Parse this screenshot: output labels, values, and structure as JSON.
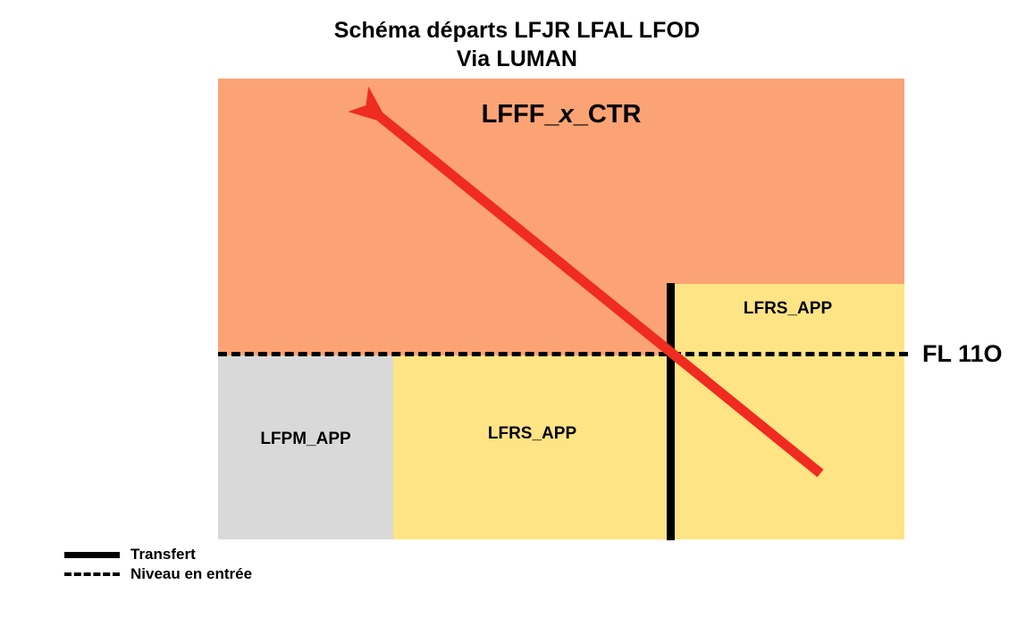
{
  "title": {
    "line1": "Schéma départs LFJR LFAL LFOD",
    "line2": "Via LUMAN"
  },
  "colors": {
    "ctr_fill": "#FCA375",
    "app_yellow_fill": "#FFE485",
    "app_grey_fill": "#D9D9D9",
    "route_arrow": "#F02B20",
    "line_black": "#000000",
    "background": "#FFFFFF"
  },
  "diagram": {
    "zones": [
      {
        "id": "ctr",
        "label_prefix": "LFFF_",
        "label_italic": "x",
        "label_suffix": "_CTR",
        "fill": "#FCA375"
      },
      {
        "id": "lfrs-upper",
        "label": "LFRS_APP",
        "fill": "#FFE485"
      },
      {
        "id": "lfpm",
        "label": "LFPM_APP",
        "fill": "#D9D9D9"
      },
      {
        "id": "lfrs-lower",
        "label": "LFRS_APP",
        "fill": "#FFE485"
      }
    ],
    "level_label": "FL 11O",
    "route": {
      "name": "departure-route-arrow",
      "direction": "up-left",
      "color": "#F02B20"
    }
  },
  "legend": {
    "items": [
      {
        "style": "solid",
        "label": "Transfert"
      },
      {
        "style": "dashed",
        "label": "Niveau en entrée"
      }
    ]
  }
}
